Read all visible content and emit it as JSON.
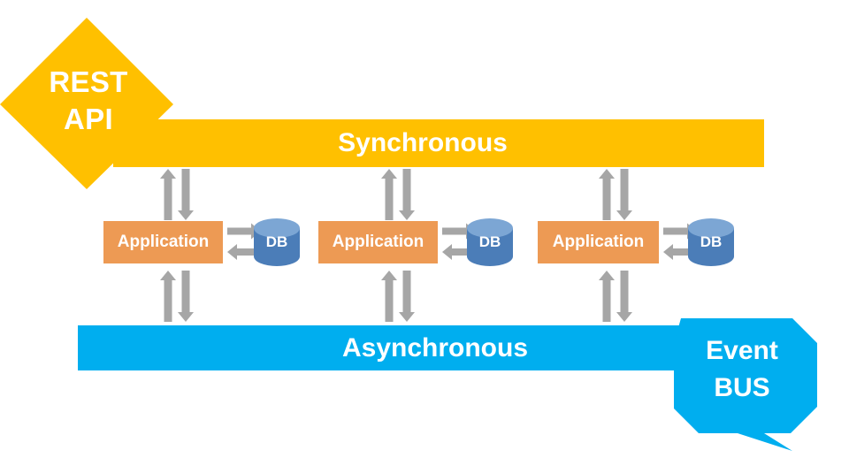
{
  "diagram": {
    "title_shapes": {
      "rest_api": {
        "line1": "REST",
        "line2": "API",
        "color": "#FFC000"
      },
      "event_bus": {
        "line1": "Event",
        "line2": "BUS",
        "color": "#00AEEF"
      }
    },
    "buses": [
      {
        "name": "synchronous-bus",
        "label": "Synchronous",
        "color": "#FFC000"
      },
      {
        "name": "asynchronous-bus",
        "label": "Asynchronous",
        "color": "#00AEEF"
      }
    ],
    "services": [
      {
        "app_label": "Application",
        "db_label": "DB"
      },
      {
        "app_label": "Application",
        "db_label": "DB"
      },
      {
        "app_label": "Application",
        "db_label": "DB"
      }
    ],
    "colors": {
      "application": "#ED9A54",
      "db_body": "#4B7DB8",
      "db_top": "#7CA6D4",
      "arrow": "#A6A6A6",
      "background": "#FFFFFF",
      "text": "#FFFFFF"
    },
    "arrow_icons": {
      "up": "arrow-up-icon",
      "down": "arrow-down-icon",
      "left": "arrow-left-icon",
      "right": "arrow-right-icon"
    }
  }
}
